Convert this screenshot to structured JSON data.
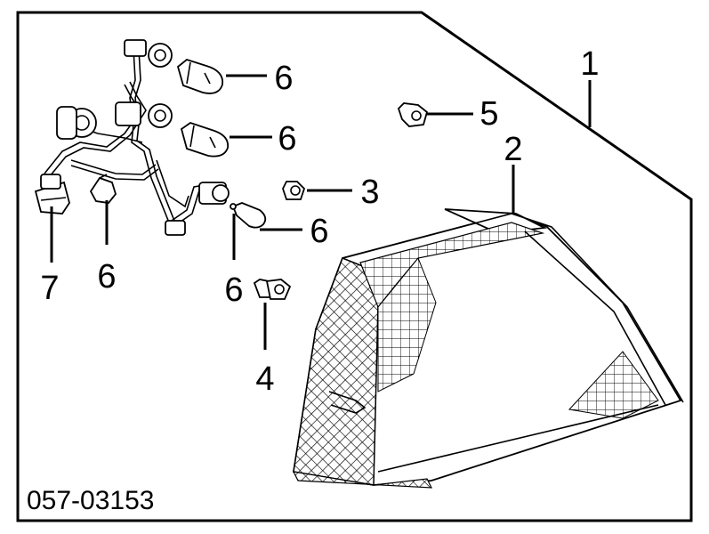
{
  "diagram": {
    "code": "057-03153",
    "callouts": [
      {
        "id": "c1",
        "label": "1"
      },
      {
        "id": "c2",
        "label": "2"
      },
      {
        "id": "c3",
        "label": "3"
      },
      {
        "id": "c4",
        "label": "4"
      },
      {
        "id": "c5",
        "label": "5"
      },
      {
        "id": "c6a",
        "label": "6"
      },
      {
        "id": "c6b",
        "label": "6"
      },
      {
        "id": "c6c",
        "label": "6"
      },
      {
        "id": "c6d",
        "label": "6"
      },
      {
        "id": "c6e",
        "label": "6"
      },
      {
        "id": "c7",
        "label": "7"
      }
    ]
  }
}
